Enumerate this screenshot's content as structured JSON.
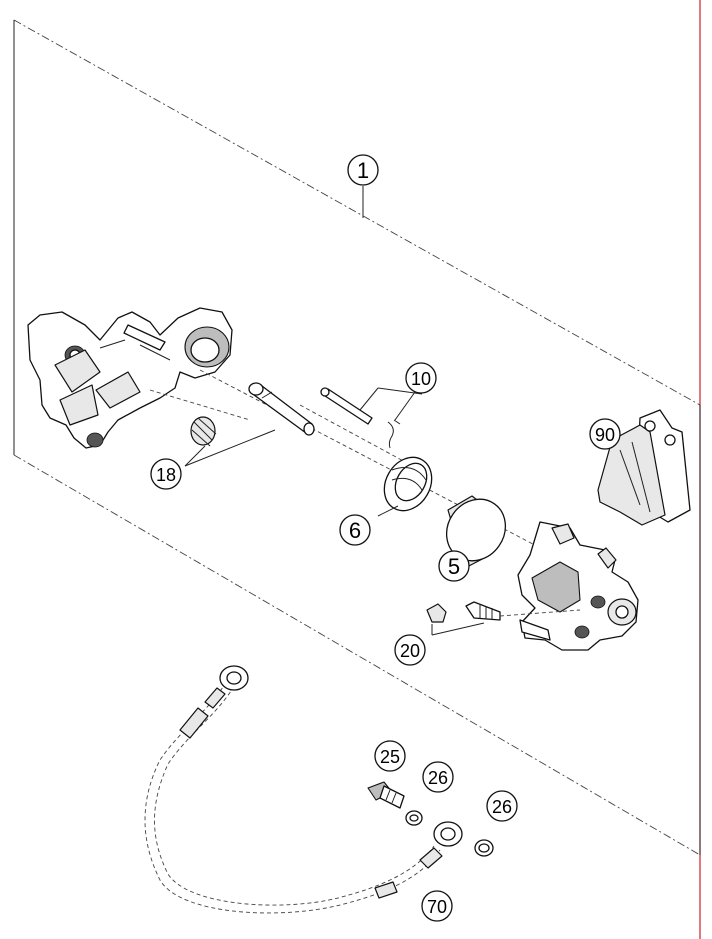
{
  "callouts": {
    "c1": "1",
    "c10": "10",
    "c90": "90",
    "c18": "18",
    "c6": "6",
    "c5": "5",
    "c20": "20",
    "c25": "25",
    "c26a": "26",
    "c26b": "26",
    "c70": "70"
  },
  "colors": {
    "edge_marker": "#cc2222",
    "line": "#222222"
  }
}
